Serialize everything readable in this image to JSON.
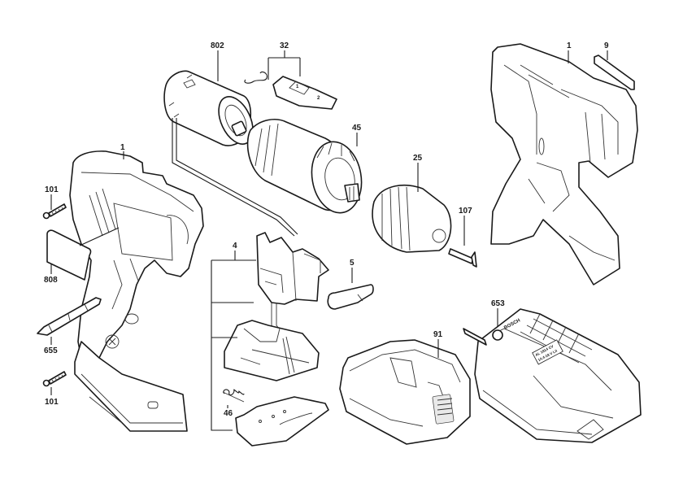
{
  "diagram": {
    "title": "Cordless drill/driver exploded parts view",
    "brand_marking": "BOSCH",
    "charger_plate_lines": [
      "AL 1814 CV",
      "14.4-18 V LiI"
    ],
    "parts": [
      {
        "id": "p1a",
        "number": "1",
        "name": "Housing (left half)"
      },
      {
        "id": "p101a",
        "number": "101",
        "name": "Screw (upper)"
      },
      {
        "id": "p808",
        "number": "808",
        "name": "Label plate"
      },
      {
        "id": "p655",
        "number": "655",
        "name": "Screwdriver bit"
      },
      {
        "id": "p101b",
        "number": "101",
        "name": "Screw (lower)"
      },
      {
        "id": "p802",
        "number": "802",
        "name": "DC motor"
      },
      {
        "id": "p32",
        "number": "32",
        "name": "Gear switch slider with spring clip"
      },
      {
        "id": "p45",
        "number": "45",
        "name": "Planetary gearbox"
      },
      {
        "id": "p25",
        "number": "25",
        "name": "Keyless chuck"
      },
      {
        "id": "p107",
        "number": "107",
        "name": "Chuck screw"
      },
      {
        "id": "p1b",
        "number": "1",
        "name": "Housing (right half)"
      },
      {
        "id": "p9",
        "number": "9",
        "name": "Name plate"
      },
      {
        "id": "p4",
        "number": "4",
        "name": "Switch and battery contact assembly"
      },
      {
        "id": "p5",
        "number": "5",
        "name": "Direction switch lever"
      },
      {
        "id": "p46",
        "number": "46",
        "name": "Compression spring"
      },
      {
        "id": "p91",
        "number": "91",
        "name": "Battery pack"
      },
      {
        "id": "p653",
        "number": "653",
        "name": "Battery charger"
      }
    ]
  }
}
